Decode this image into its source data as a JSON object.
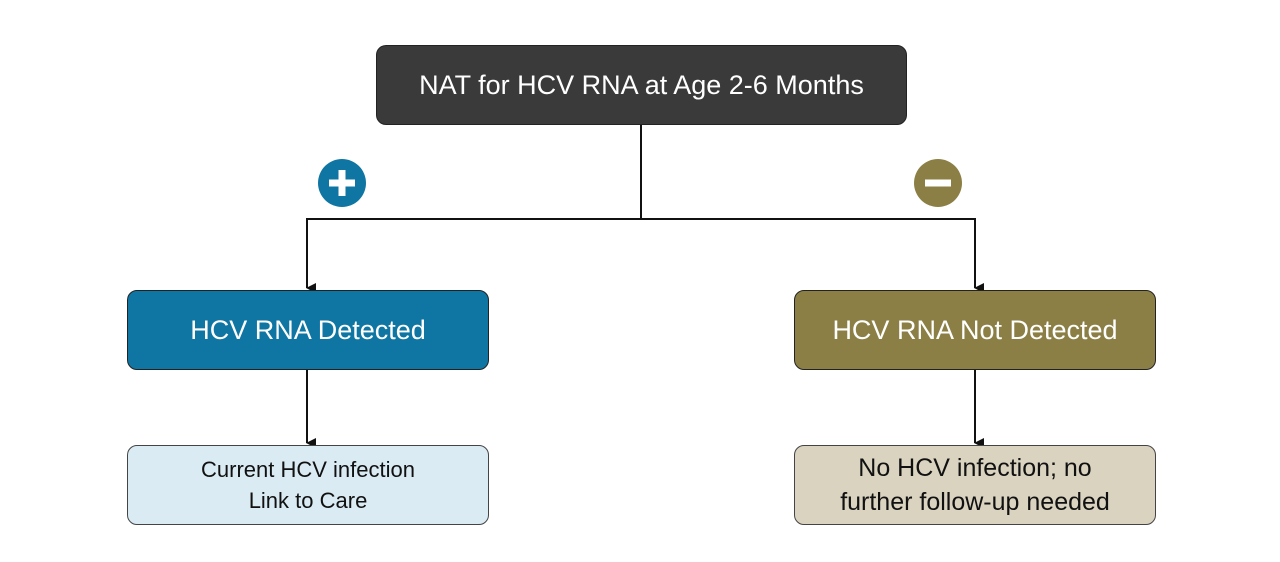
{
  "top_node": {
    "label": "NAT for HCV RNA at Age 2-6 Months",
    "color": "#3a3a3a"
  },
  "positive_branch": {
    "icon": "plus-circle-icon",
    "icon_color": "#0f76a3",
    "node_label": "HCV RNA Detected",
    "node_color": "#0f76a3",
    "outcome_lines": [
      "Current HCV infection",
      "Link to Care"
    ],
    "outcome_color": "#daebf3"
  },
  "negative_branch": {
    "icon": "minus-circle-icon",
    "icon_color": "#8c7f45",
    "node_label": "HCV RNA Not Detected",
    "node_color": "#8c7f45",
    "outcome_lines": [
      "No HCV infection; no",
      "further follow-up needed"
    ],
    "outcome_color": "#d9d3c0"
  }
}
